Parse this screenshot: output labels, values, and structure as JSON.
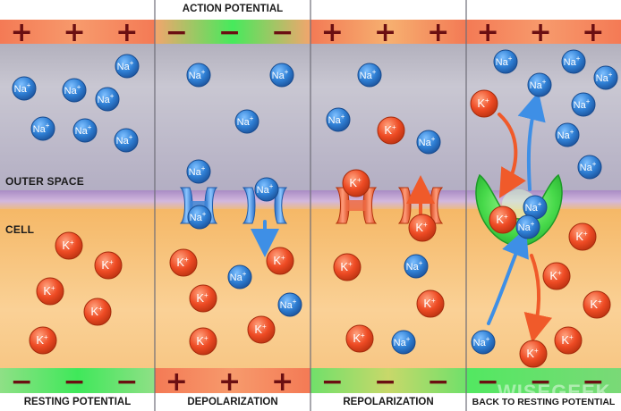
{
  "labels": {
    "top_title": "ACTION POTENTIAL",
    "outer_space": "OUTER SPACE",
    "cell": "CELL",
    "panels": [
      "RESTING POTENTIAL",
      "DEPOLARIZATION",
      "REPOLARIZATION",
      "BACK TO RESTING POTENTIAL"
    ],
    "watermark": "WISEGEEK"
  },
  "ions": {
    "sodium": {
      "symbol": "Na",
      "sup": "+"
    },
    "potassium": {
      "symbol": "K",
      "sup": "+"
    }
  },
  "charges": {
    "top": [
      "+",
      "−",
      "+",
      "+"
    ],
    "bottom": [
      "−",
      "+",
      "−",
      "−"
    ]
  },
  "colors": {
    "outer_space": "#b9b7c4",
    "cell": "#f7c57d",
    "membrane": "#c7a7d9",
    "positive_band": "#f16a4d",
    "negative_band": "#5be36a",
    "sodium_ion": "#2f7fd4",
    "potassium_ion": "#ee4b24",
    "pump": "#47d94a"
  }
}
